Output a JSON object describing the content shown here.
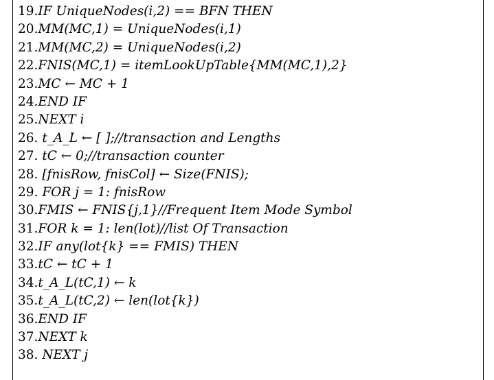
{
  "lines": [
    {
      "num": "19.",
      "text": "IF UniqueNodes(i,2) == BFN THEN"
    },
    {
      "num": "20.",
      "text": "MM(MC,1) = UniqueNodes(i,1)"
    },
    {
      "num": "21.",
      "text": "MM(MC,2) = UniqueNodes(i,2)"
    },
    {
      "num": "22.",
      "text": "FNIS(MC,1) = itemLookUpTable{MM(MC,1),2}"
    },
    {
      "num": "23.",
      "text": "MC ← MC + 1"
    },
    {
      "num": "24.",
      "text": "END IF"
    },
    {
      "num": "25.",
      "text": "NEXT i"
    },
    {
      "num": "26. ",
      "text": "t_A_L ← [ ];//transaction and Lengths"
    },
    {
      "num": "27. ",
      "text": "tC ← 0;//transaction counter"
    },
    {
      "num": "28. ",
      "text": "[fnisRow, fnisCol] ← Size(FNIS);"
    },
    {
      "num": "29. ",
      "text": "FOR j = 1: fnisRow"
    },
    {
      "num": "30.",
      "text": "FMIS ← FNIS{j,1}//Frequent Item Mode Symbol"
    },
    {
      "num": "31.",
      "text": "FOR k = 1: len(lot)//list Of Transaction"
    },
    {
      "num": "32.",
      "text": "IF any(lot{k} == FMIS) THEN"
    },
    {
      "num": "33.",
      "text": "tC ← tC + 1"
    },
    {
      "num": "34.",
      "text": "t_A_L(tC,1) ← k"
    },
    {
      "num": "35.",
      "text": "t_A_L(tC,2) ← len(lot{k})"
    },
    {
      "num": "36.",
      "text": "END IF"
    },
    {
      "num": "37.",
      "text": "NEXT k"
    },
    {
      "num": "38. ",
      "text": "NEXT j"
    }
  ]
}
